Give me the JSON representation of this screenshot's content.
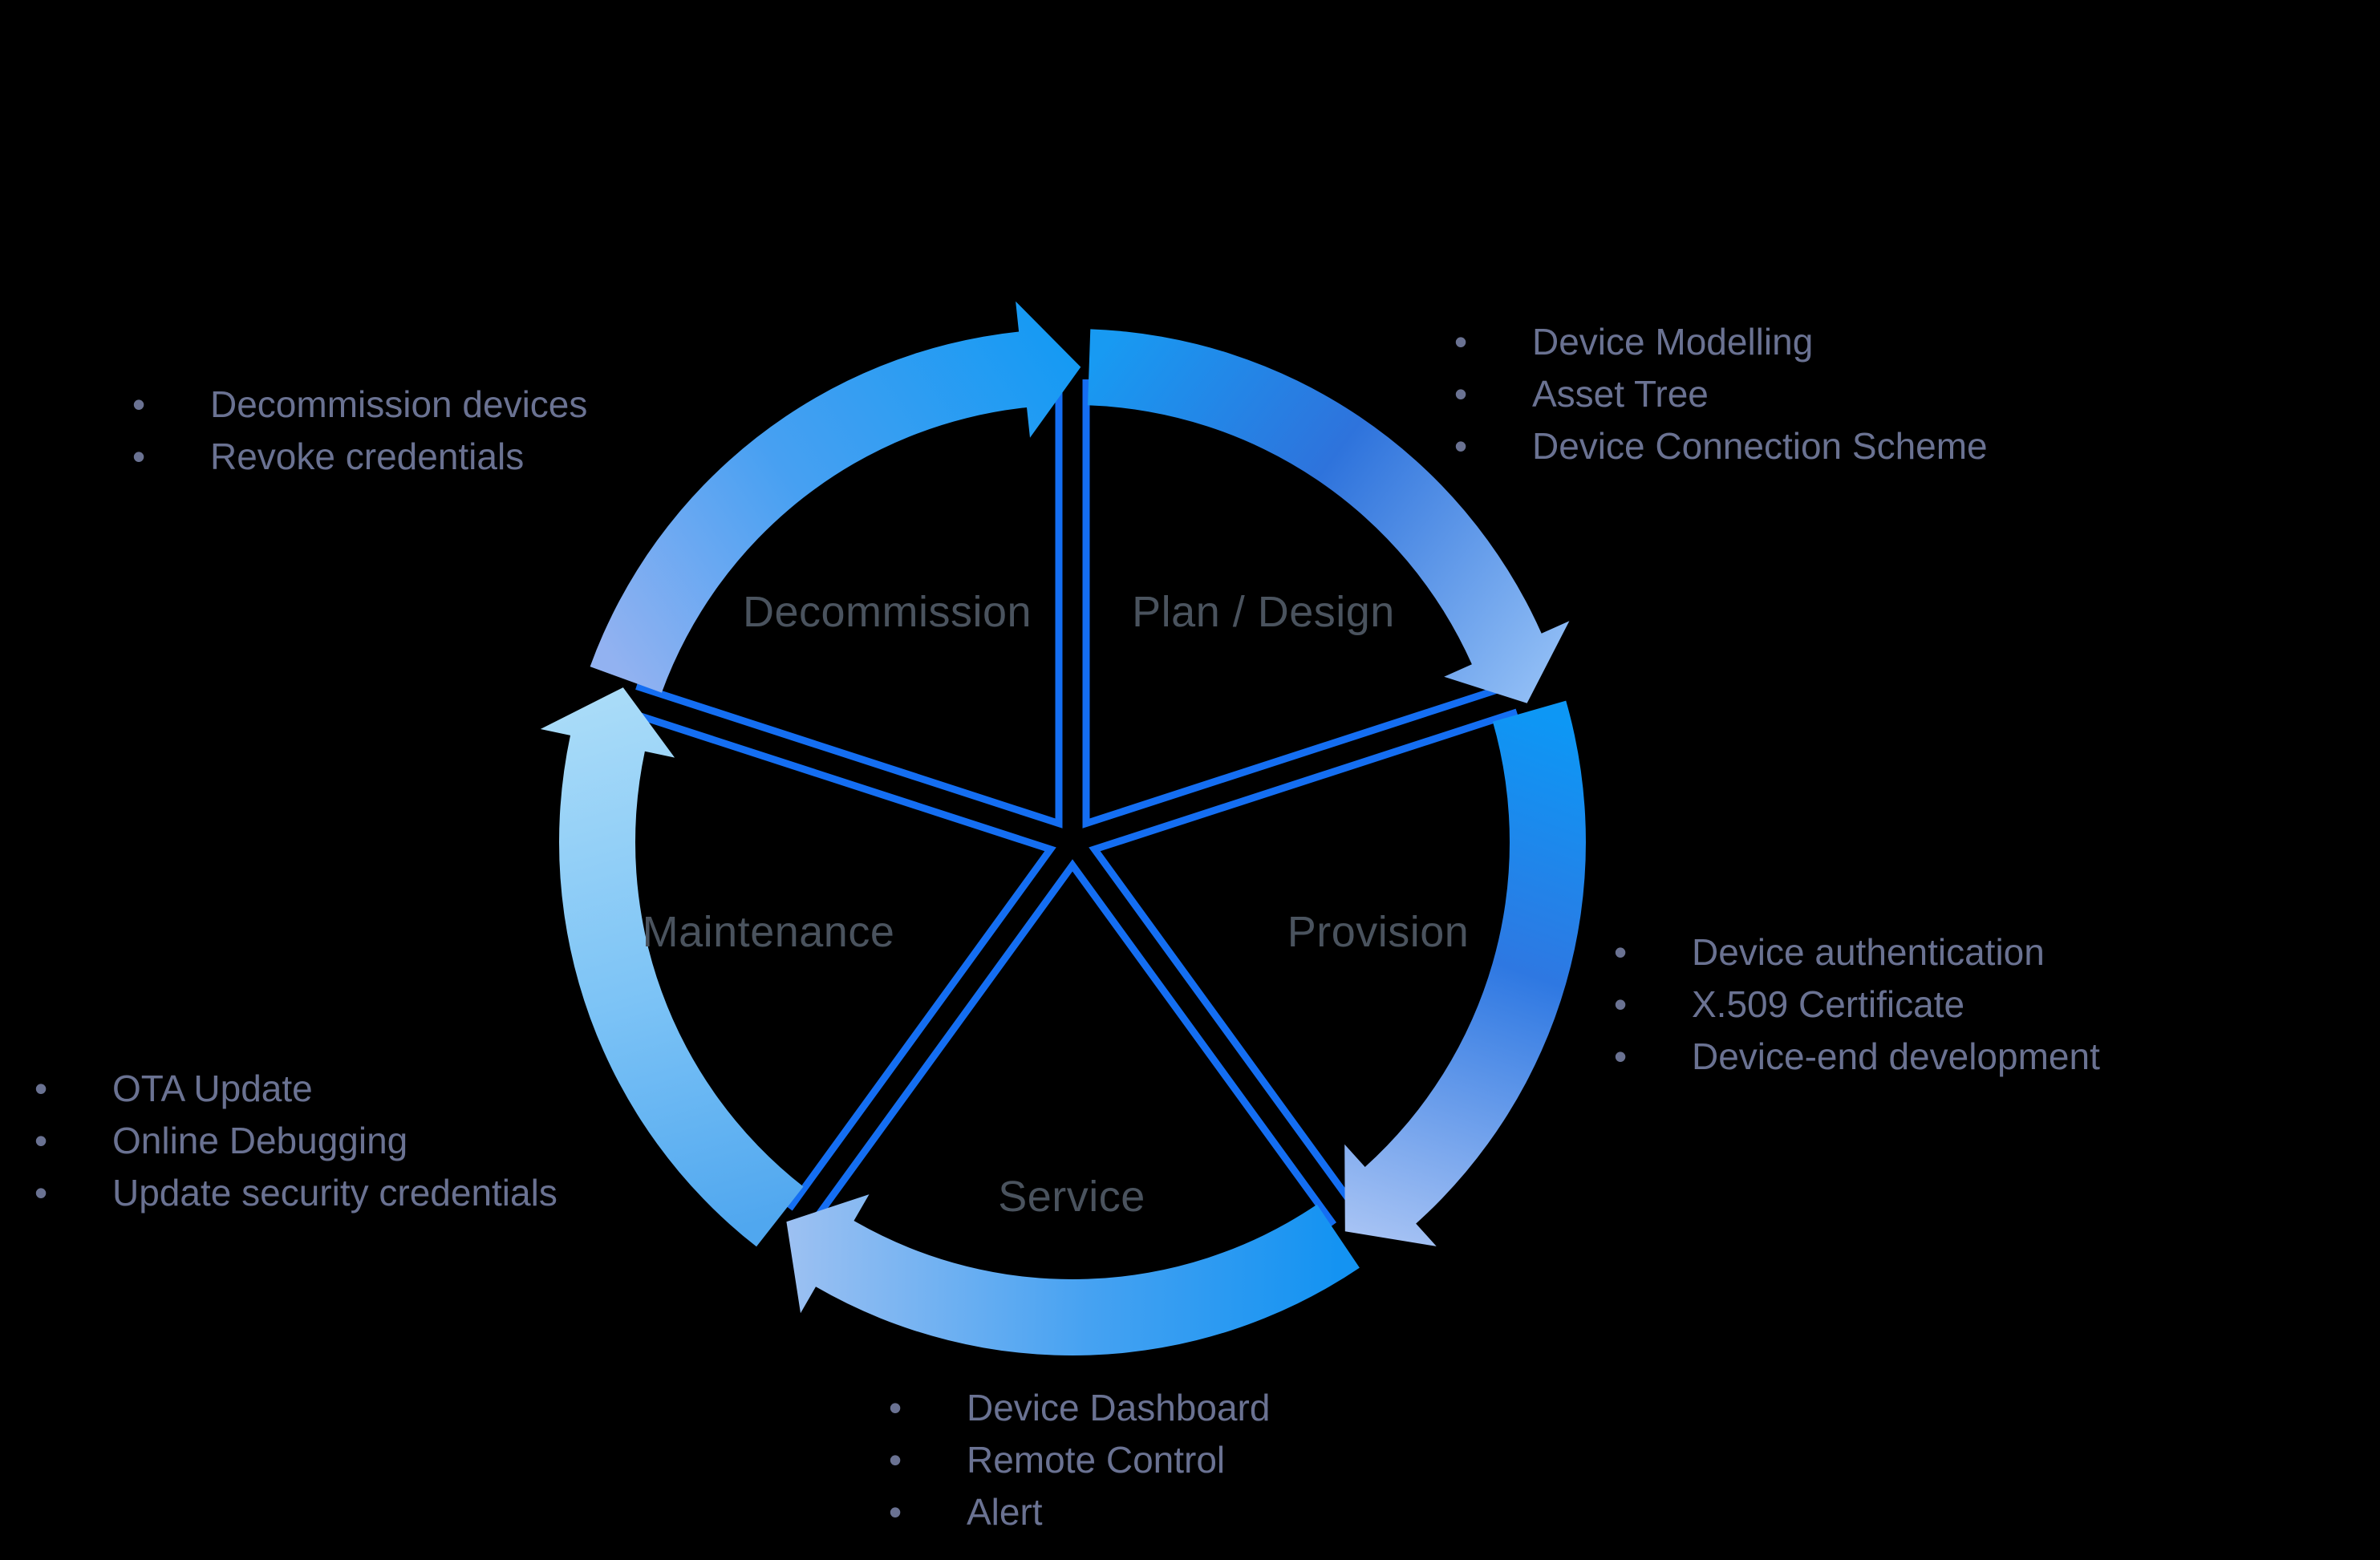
{
  "background_color": "#000000",
  "bullet_char": "•",
  "text_color": "#6a7292",
  "diagram": {
    "spoke_color": "#146ef2",
    "label_color": "#4a535e",
    "segments": [
      {
        "id": "plan-design",
        "label": "Plan / Design",
        "start_deg": 0,
        "end_deg": 72,
        "colors": [
          "#189af2",
          "#2e73dc",
          "#90bdf5"
        ]
      },
      {
        "id": "provision",
        "label": "Provision",
        "start_deg": 72,
        "end_deg": 144,
        "colors": [
          "#0d97f5",
          "#2e78e2",
          "#a7c3f4"
        ]
      },
      {
        "id": "service",
        "label": "Service",
        "start_deg": 144,
        "end_deg": 216,
        "colors": [
          "#1493f2",
          "#46a2f2",
          "#9dc1f2"
        ]
      },
      {
        "id": "maintenance",
        "label": "Maintenance",
        "start_deg": 216,
        "end_deg": 288,
        "colors": [
          "#50a7ef",
          "#7cc3f6",
          "#aadcf8"
        ]
      },
      {
        "id": "decommission",
        "label": "Decommission",
        "start_deg": 288,
        "end_deg": 360,
        "colors": [
          "#92b2f1",
          "#47a0f2",
          "#159af3"
        ]
      }
    ]
  },
  "lists": {
    "plan_design": {
      "items": [
        "Device Modelling",
        "Asset Tree",
        "Device Connection Scheme"
      ]
    },
    "provision": {
      "items": [
        "Device authentication",
        "X.509 Certificate",
        "Device-end development"
      ]
    },
    "service": {
      "items": [
        "Device Dashboard",
        "Remote Control",
        "Alert"
      ]
    },
    "maintenance": {
      "items": [
        "OTA Update",
        "Online Debugging",
        "Update security credentials"
      ]
    },
    "decommission": {
      "items": [
        "Decommission devices",
        "Revoke credentials"
      ]
    }
  }
}
